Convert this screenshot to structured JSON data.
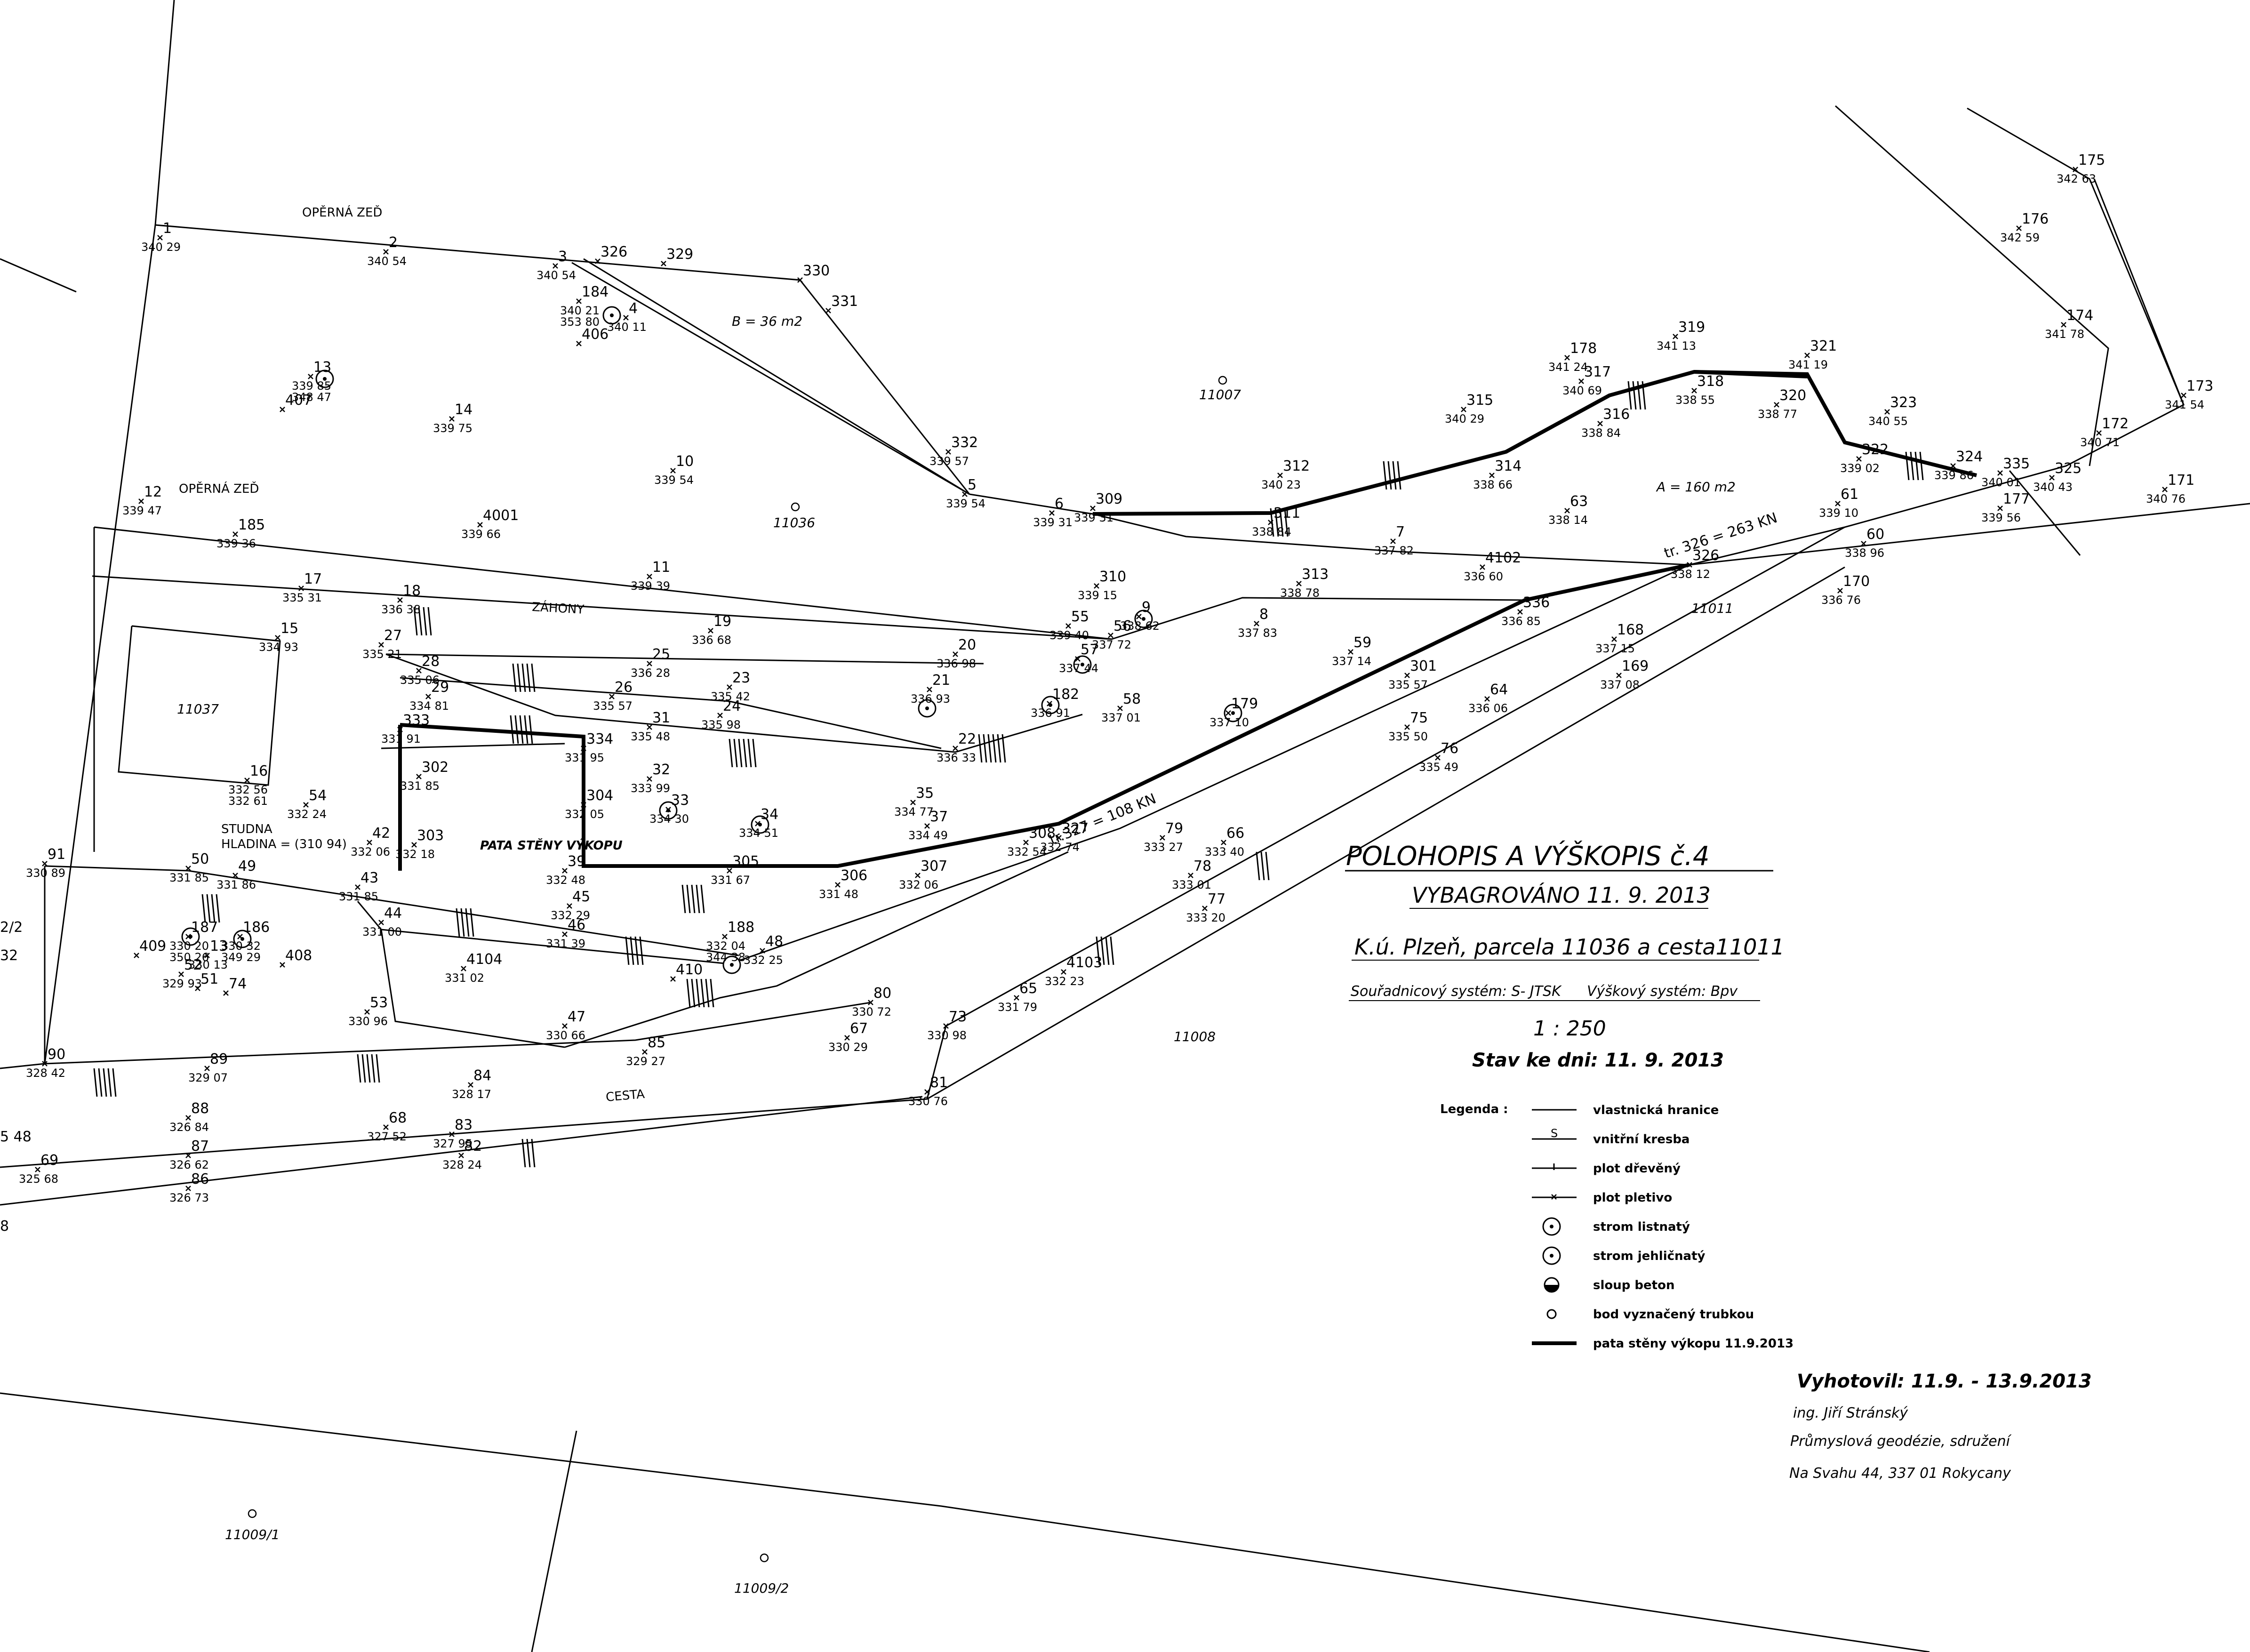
{
  "title": {
    "main": "POLOHOPIS  A  VÝŠKOPIS č.4",
    "excavated": "VYBAGROVÁNO 11. 9. 2013",
    "cadastre": "K.ú. Plzeň, parcela 11036 a cesta11011",
    "coord_system": "Souřadnicový systém: S- JTSK",
    "height_system": "Výškový systém: Bpv",
    "scale": "1 : 250",
    "state": "Stav ke dni: 11. 9. 2013"
  },
  "legend": {
    "heading": "Legenda :",
    "items": [
      {
        "symbol": "line-plain",
        "label": "vlastnická hranice"
      },
      {
        "symbol": "line-s",
        "label": "vnitřní kresba"
      },
      {
        "symbol": "line-tick",
        "label": "plot dřevěný"
      },
      {
        "symbol": "line-x",
        "label": "plot pletivo"
      },
      {
        "symbol": "deciduous-tree-icon",
        "label": "strom listnatý"
      },
      {
        "symbol": "conifer-tree-icon",
        "label": "strom jehličnatý"
      },
      {
        "symbol": "concrete-pole-icon",
        "label": "sloup beton"
      },
      {
        "symbol": "marked-point-icon",
        "label": "bod vyznačený trubkou"
      },
      {
        "symbol": "line-bold",
        "label": "pata stěny výkopu 11.9.2013"
      }
    ]
  },
  "maker": {
    "dates": "Vyhotovil: 11.9. - 13.9.2013",
    "name": "ing. Jiří Stránský",
    "company": "Průmyslová geodézie, sdružení",
    "address": "Na Svahu 44, 337 01  Rokycany"
  },
  "annotations": {
    "retaining_wall_1": "OPĚRNÁ ZEĎ",
    "retaining_wall_2": "OPĚRNÁ ZEĎ",
    "beds": "ZÁHONY",
    "road": "CESTA",
    "excavation_foot": "PATA STĚNY VÝKOPU",
    "area_b": "B = 36 m2",
    "area_a": "A = 160 m2",
    "well_1": "STUDNA",
    "well_2": "HLADINA = (310 94)",
    "tr326": "tr. 326 = 263 KN",
    "tr327": "tr.327 = 108 KN"
  },
  "parcels": [
    {
      "id": "11007"
    },
    {
      "id": "11036"
    },
    {
      "id": "11037"
    },
    {
      "id": "11011"
    },
    {
      "id": "11008"
    },
    {
      "id": "11009/1"
    },
    {
      "id": "11009/2"
    }
  ],
  "points": [
    {
      "n": "1",
      "h": "340 29"
    },
    {
      "n": "2",
      "h": "340 54"
    },
    {
      "n": "3",
      "h": "340 54"
    },
    {
      "n": "326",
      "h": ""
    },
    {
      "n": "329",
      "h": ""
    },
    {
      "n": "330",
      "h": ""
    },
    {
      "n": "331",
      "h": ""
    },
    {
      "n": "184",
      "h": "340 21 / 353 80"
    },
    {
      "n": "406",
      "h": ""
    },
    {
      "n": "4",
      "h": "340 11"
    },
    {
      "n": "13",
      "h": "339 85 / 348 47"
    },
    {
      "n": "407",
      "h": ""
    },
    {
      "n": "14",
      "h": "339 75"
    },
    {
      "n": "10",
      "h": "339 54"
    },
    {
      "n": "332",
      "h": "339 57"
    },
    {
      "n": "5",
      "h": "339 54"
    },
    {
      "n": "12",
      "h": "339 47"
    },
    {
      "n": "4001",
      "h": "339 66"
    },
    {
      "n": "185",
      "h": "339 36"
    },
    {
      "n": "6",
      "h": "339 31"
    },
    {
      "n": "309",
      "h": "339 31"
    },
    {
      "n": "312",
      "h": "340 23"
    },
    {
      "n": "311",
      "h": "338 84"
    },
    {
      "n": "315",
      "h": "340 29"
    },
    {
      "n": "314",
      "h": "338 66"
    },
    {
      "n": "317",
      "h": "340 69"
    },
    {
      "n": "316",
      "h": "338 84"
    },
    {
      "n": "178",
      "h": "341 24"
    },
    {
      "n": "319",
      "h": "341 13"
    },
    {
      "n": "318",
      "h": "338 55"
    },
    {
      "n": "321",
      "h": "341 19"
    },
    {
      "n": "320",
      "h": "338 77"
    },
    {
      "n": "323",
      "h": "340 55"
    },
    {
      "n": "322",
      "h": "339 02"
    },
    {
      "n": "61",
      "h": "339 10"
    },
    {
      "n": "324",
      "h": "339 86"
    },
    {
      "n": "335",
      "h": "340 01"
    },
    {
      "n": "325",
      "h": "340 43"
    },
    {
      "n": "177",
      "h": "339 56"
    },
    {
      "n": "172",
      "h": "340 71"
    },
    {
      "n": "173",
      "h": "341 54"
    },
    {
      "n": "171",
      "h": "340 76"
    },
    {
      "n": "174",
      "h": "341 78"
    },
    {
      "n": "175",
      "h": "342 63"
    },
    {
      "n": "176",
      "h": "342 59"
    },
    {
      "n": "63",
      "h": "338 14"
    },
    {
      "n": "7",
      "h": "337 82"
    },
    {
      "n": "4102",
      "h": "336 60"
    },
    {
      "n": "326b",
      "h": "338 12"
    },
    {
      "n": "60",
      "h": "338 96"
    },
    {
      "n": "170",
      "h": "336 76"
    },
    {
      "n": "11",
      "h": "339 39"
    },
    {
      "n": "17",
      "h": "335 31"
    },
    {
      "n": "18",
      "h": "336 38"
    },
    {
      "n": "19",
      "h": "336 68"
    },
    {
      "n": "20",
      "h": "336 98"
    },
    {
      "n": "310",
      "h": "339 15"
    },
    {
      "n": "55",
      "h": "339 40"
    },
    {
      "n": "9",
      "h": "338 62"
    },
    {
      "n": "8",
      "h": "337 83"
    },
    {
      "n": "313",
      "h": "338 78"
    },
    {
      "n": "336",
      "h": "336 85"
    },
    {
      "n": "168",
      "h": "337 15"
    },
    {
      "n": "56",
      "h": "337 72"
    },
    {
      "n": "57",
      "h": "337 44"
    },
    {
      "n": "59",
      "h": "337 14"
    },
    {
      "n": "301",
      "h": "335 57"
    },
    {
      "n": "64",
      "h": "336 06"
    },
    {
      "n": "169",
      "h": "337 08"
    },
    {
      "n": "15",
      "h": "334 93"
    },
    {
      "n": "27",
      "h": "335 21"
    },
    {
      "n": "25",
      "h": "336 28"
    },
    {
      "n": "21",
      "h": "336 93"
    },
    {
      "n": "182",
      "h": "336 91"
    },
    {
      "n": "58",
      "h": "337 01"
    },
    {
      "n": "179",
      "h": "337 10"
    },
    {
      "n": "75",
      "h": "335 50"
    },
    {
      "n": "76",
      "h": "335 49"
    },
    {
      "n": "28",
      "h": "335 06"
    },
    {
      "n": "23",
      "h": "335 42"
    },
    {
      "n": "29",
      "h": "334 81"
    },
    {
      "n": "26",
      "h": "335 57"
    },
    {
      "n": "24",
      "h": "335 98"
    },
    {
      "n": "31",
      "h": "335 48"
    },
    {
      "n": "22",
      "h": "336 33"
    },
    {
      "n": "333",
      "h": "331 91"
    },
    {
      "n": "334",
      "h": "331 95"
    },
    {
      "n": "302",
      "h": "331 85"
    },
    {
      "n": "16",
      "h": "332 56 / 332 61"
    },
    {
      "n": "32",
      "h": "333 99"
    },
    {
      "n": "33",
      "h": "334 30"
    },
    {
      "n": "34",
      "h": "334 51"
    },
    {
      "n": "35",
      "h": "334 77"
    },
    {
      "n": "304",
      "h": "332 05"
    },
    {
      "n": "54",
      "h": "332 24"
    },
    {
      "n": "37",
      "h": "334 49"
    },
    {
      "n": "308",
      "h": "332 54"
    },
    {
      "n": "327",
      "h": "332 74"
    },
    {
      "n": "79",
      "h": "333 27"
    },
    {
      "n": "66",
      "h": "333 40"
    },
    {
      "n": "78",
      "h": "333 01"
    },
    {
      "n": "77",
      "h": "333 20"
    },
    {
      "n": "42",
      "h": "332 06"
    },
    {
      "n": "303",
      "h": "332 18"
    },
    {
      "n": "305",
      "h": "331 67"
    },
    {
      "n": "306",
      "h": "331 48"
    },
    {
      "n": "307",
      "h": "332 06"
    },
    {
      "n": "39",
      "h": "332 48"
    },
    {
      "n": "91",
      "h": "330 89"
    },
    {
      "n": "50",
      "h": "331 85"
    },
    {
      "n": "49",
      "h": "331 86"
    },
    {
      "n": "43",
      "h": "331 85"
    },
    {
      "n": "45",
      "h": "332 29"
    },
    {
      "n": "44",
      "h": "331 00"
    },
    {
      "n": "46",
      "h": "331 39"
    },
    {
      "n": "188",
      "h": "332 04 / 344 38"
    },
    {
      "n": "48",
      "h": "332 25"
    },
    {
      "n": "410",
      "h": ""
    },
    {
      "n": "187",
      "h": "330 20 / 350 26"
    },
    {
      "n": "13b",
      "h": "330 13"
    },
    {
      "n": "186",
      "h": "330 32 / 349 29"
    },
    {
      "n": "409",
      "h": ""
    },
    {
      "n": "408",
      "h": ""
    },
    {
      "n": "52",
      "h": "329 93"
    },
    {
      "n": "51",
      "h": ""
    },
    {
      "n": "74",
      "h": ""
    },
    {
      "n": "4104",
      "h": "331 02"
    },
    {
      "n": "4103",
      "h": "332 23"
    },
    {
      "n": "65",
      "h": "331 79"
    },
    {
      "n": "80",
      "h": "330 72"
    },
    {
      "n": "67",
      "h": "330 29"
    },
    {
      "n": "73",
      "h": "330 98"
    },
    {
      "n": "53",
      "h": "330 96"
    },
    {
      "n": "47",
      "h": "330 66"
    },
    {
      "n": "85",
      "h": "329 27"
    },
    {
      "n": "90",
      "h": "328 42"
    },
    {
      "n": "89",
      "h": "329 07"
    },
    {
      "n": "84",
      "h": "328 17"
    },
    {
      "n": "88",
      "h": "326 84"
    },
    {
      "n": "68",
      "h": "327 52"
    },
    {
      "n": "83",
      "h": "327 95"
    },
    {
      "n": "87",
      "h": "326 62"
    },
    {
      "n": "82",
      "h": "328 24"
    },
    {
      "n": "81",
      "h": "330 76"
    },
    {
      "n": "69",
      "h": "325 68"
    },
    {
      "n": "86",
      "h": "326 73"
    }
  ],
  "edge_fragments": [
    "2/2",
    "32",
    "5 48",
    "8"
  ]
}
